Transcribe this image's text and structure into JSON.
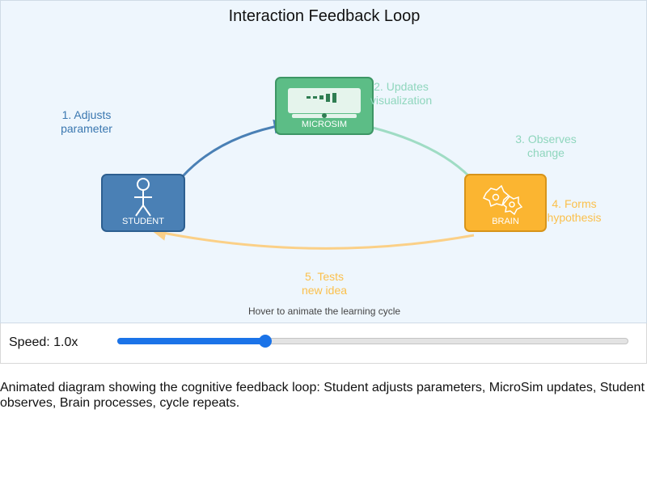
{
  "title": "Interaction Feedback Loop",
  "nodes": {
    "student": {
      "label": "STUDENT",
      "color": "#4a80b5"
    },
    "microsim": {
      "label": "MICROSIM",
      "color": "#5cbd86"
    },
    "brain": {
      "label": "BRAIN",
      "color": "#fbb531"
    }
  },
  "steps": [
    {
      "line1": "1. Adjusts",
      "line2": "parameter",
      "color": "#3a77b0"
    },
    {
      "line1": "2. Updates",
      "line2": "visualization",
      "color": "#8fd6bd"
    },
    {
      "line1": "3. Observes",
      "line2": "change",
      "color": "#8fd6bd"
    },
    {
      "line1": "4. Forms",
      "line2": "hypothesis",
      "color": "#fbc04c"
    },
    {
      "line1": "5. Tests",
      "line2": "new idea",
      "color": "#fbc04c"
    }
  ],
  "hint": "Hover to animate the learning cycle",
  "controls": {
    "speed_label": "Speed: 1.0x",
    "speed_fraction": 0.29
  },
  "caption": "Animated diagram showing the cognitive feedback loop: Student adjusts parameters, MicroSim updates, Student observes, Brain processes, cycle repeats."
}
